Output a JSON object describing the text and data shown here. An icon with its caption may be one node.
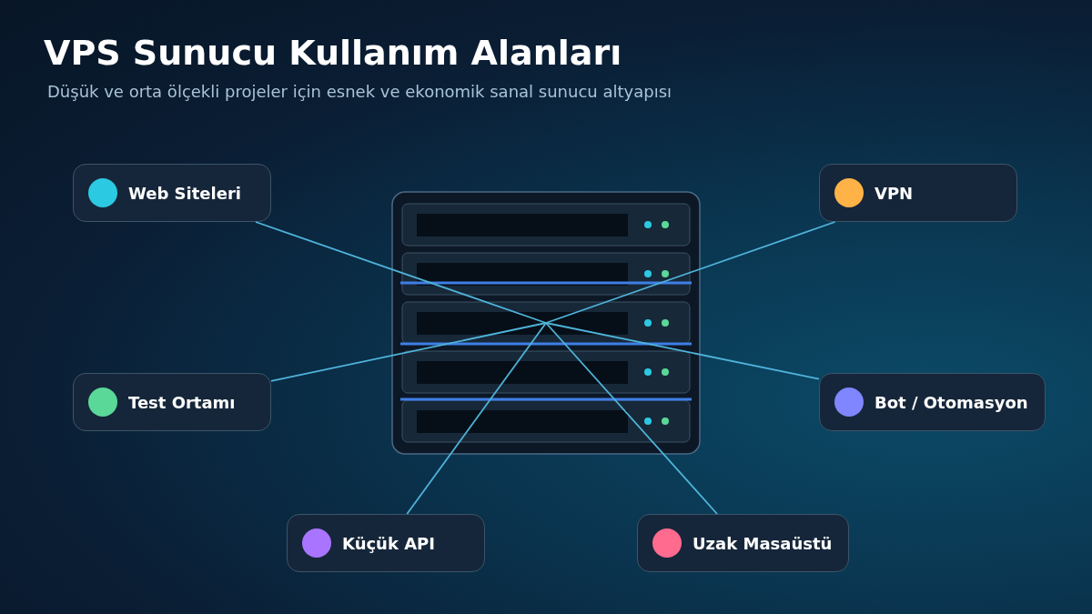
{
  "diagram": {
    "title": "VPS Sunucu Kullanım Alanları",
    "caption": "Düşük ve orta ölçekli projeler için esnek ve ekonomik sanal sunucu altyapısı",
    "nodes": [
      {
        "text": [],
        "shape": "picture"
      },
      {
        "text": [
          "Web Siteleri"
        ]
      },
      {
        "text": [
          "VPN"
        ]
      },
      {
        "text": [
          "Test Ortamı"
        ]
      },
      {
        "text": [
          "Bot / Otomasyon"
        ]
      },
      {
        "text": [
          "Küçük API"
        ]
      },
      {
        "text": [
          "Uzak Masaüstü"
        ]
      }
    ],
    "edges": [
      {
        "from": 0,
        "to": 1,
        "arrow": "none"
      },
      {
        "from": 0,
        "to": 2,
        "arrow": "none"
      },
      {
        "from": 0,
        "to": 3,
        "arrow": "none"
      },
      {
        "from": 0,
        "to": 4,
        "arrow": "none"
      },
      {
        "from": 0,
        "to": 5,
        "arrow": "none"
      },
      {
        "from": 0,
        "to": 6,
        "arrow": "none"
      }
    ]
  }
}
